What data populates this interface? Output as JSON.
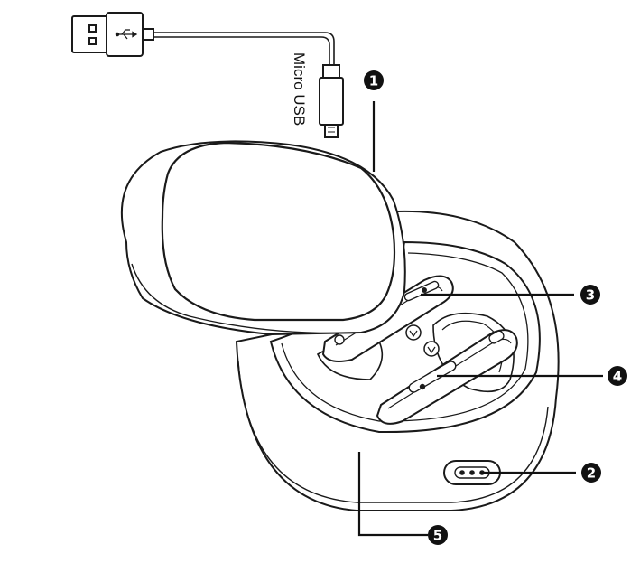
{
  "cable": {
    "label": "Micro USB",
    "usb_symbol_icon": "usb-trident-icon"
  },
  "callouts": [
    {
      "id": "1",
      "text": "1"
    },
    {
      "id": "2",
      "text": "2"
    },
    {
      "id": "3",
      "text": "3"
    },
    {
      "id": "4",
      "text": "4"
    },
    {
      "id": "5",
      "text": "5"
    }
  ],
  "colors": {
    "stroke": "#1a1a1a",
    "fill": "#ffffff",
    "badge": "#111111"
  }
}
